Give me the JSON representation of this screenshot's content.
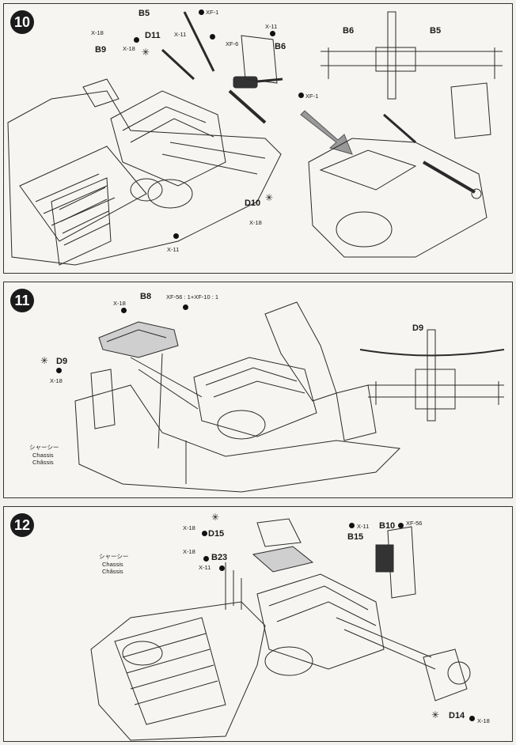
{
  "steps": [
    {
      "number": "10",
      "labels": {
        "b5": "B5",
        "xf1_top": "XF-1",
        "x18_a": "X-18",
        "b9": "B9",
        "x18_b": "X-18",
        "d11": "D11",
        "x11_a": "X-11",
        "xf6": "XF-6",
        "x11_b": "X-11",
        "b6": "B6",
        "xf1_right": "XF-1",
        "d10": "D10",
        "x18_c": "X-18",
        "x11_bottom": "X-11",
        "ref_b6": "B6",
        "ref_b5": "B5"
      }
    },
    {
      "number": "11",
      "labels": {
        "b8": "B8",
        "x18_a": "X-18",
        "paint_mix": "XF-56 : 1+XF-10 : 1",
        "d9": "D9",
        "x18_b": "X-18",
        "ref_d9": "D9",
        "chassis_jp": "シャーシー",
        "chassis_en": "Chassis",
        "chassis_de": "Châssis"
      }
    },
    {
      "number": "12",
      "labels": {
        "x18_a": "X-18",
        "d15": "D15",
        "x11_a": "X-11",
        "b10": "B10",
        "xf56": "XF-56",
        "b15": "B15",
        "x18_b": "X-18",
        "b23": "B23",
        "x11_b": "X-11",
        "chassis_jp": "シャーシー",
        "chassis_en": "Chassis",
        "chassis_de": "Châssis",
        "d14": "D14",
        "x18_c": "X-18"
      }
    }
  ],
  "colors": {
    "ink": "#1a1a1a",
    "paper": "#f6f5f2",
    "badge": "#1b1b1b"
  },
  "icons": [
    "paint-drop-icon",
    "cement-asterisk-icon",
    "arrow-icon"
  ]
}
